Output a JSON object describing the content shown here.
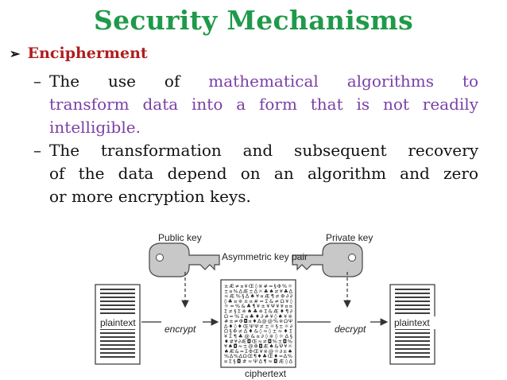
{
  "slide": {
    "title": "Security Mechanisms",
    "bullet_heading": "Encipherment",
    "items": [
      {
        "lines": [
          "The use of mathematical algorithms to",
          "transform data into a form that is not readily",
          "intelligible."
        ]
      },
      {
        "lines": [
          "The transformation and subsequent recovery",
          "of the data depend on an algorithm and zero",
          "or more encryption keys."
        ]
      }
    ]
  },
  "diagram": {
    "public_key_label": "Public key",
    "private_key_label": "Private key",
    "key_pair_label": "Asymmetric key pair",
    "plaintext_left_label": "plaintext",
    "encrypt_label": "encrypt",
    "decrypt_label": "decrypt",
    "plaintext_right_label": "plaintext",
    "ciphertext_label": "ciphertext"
  },
  "colors": {
    "title": "#1f9a4a",
    "heading": "#b01d1d",
    "highlight": "#7b3fa6"
  }
}
